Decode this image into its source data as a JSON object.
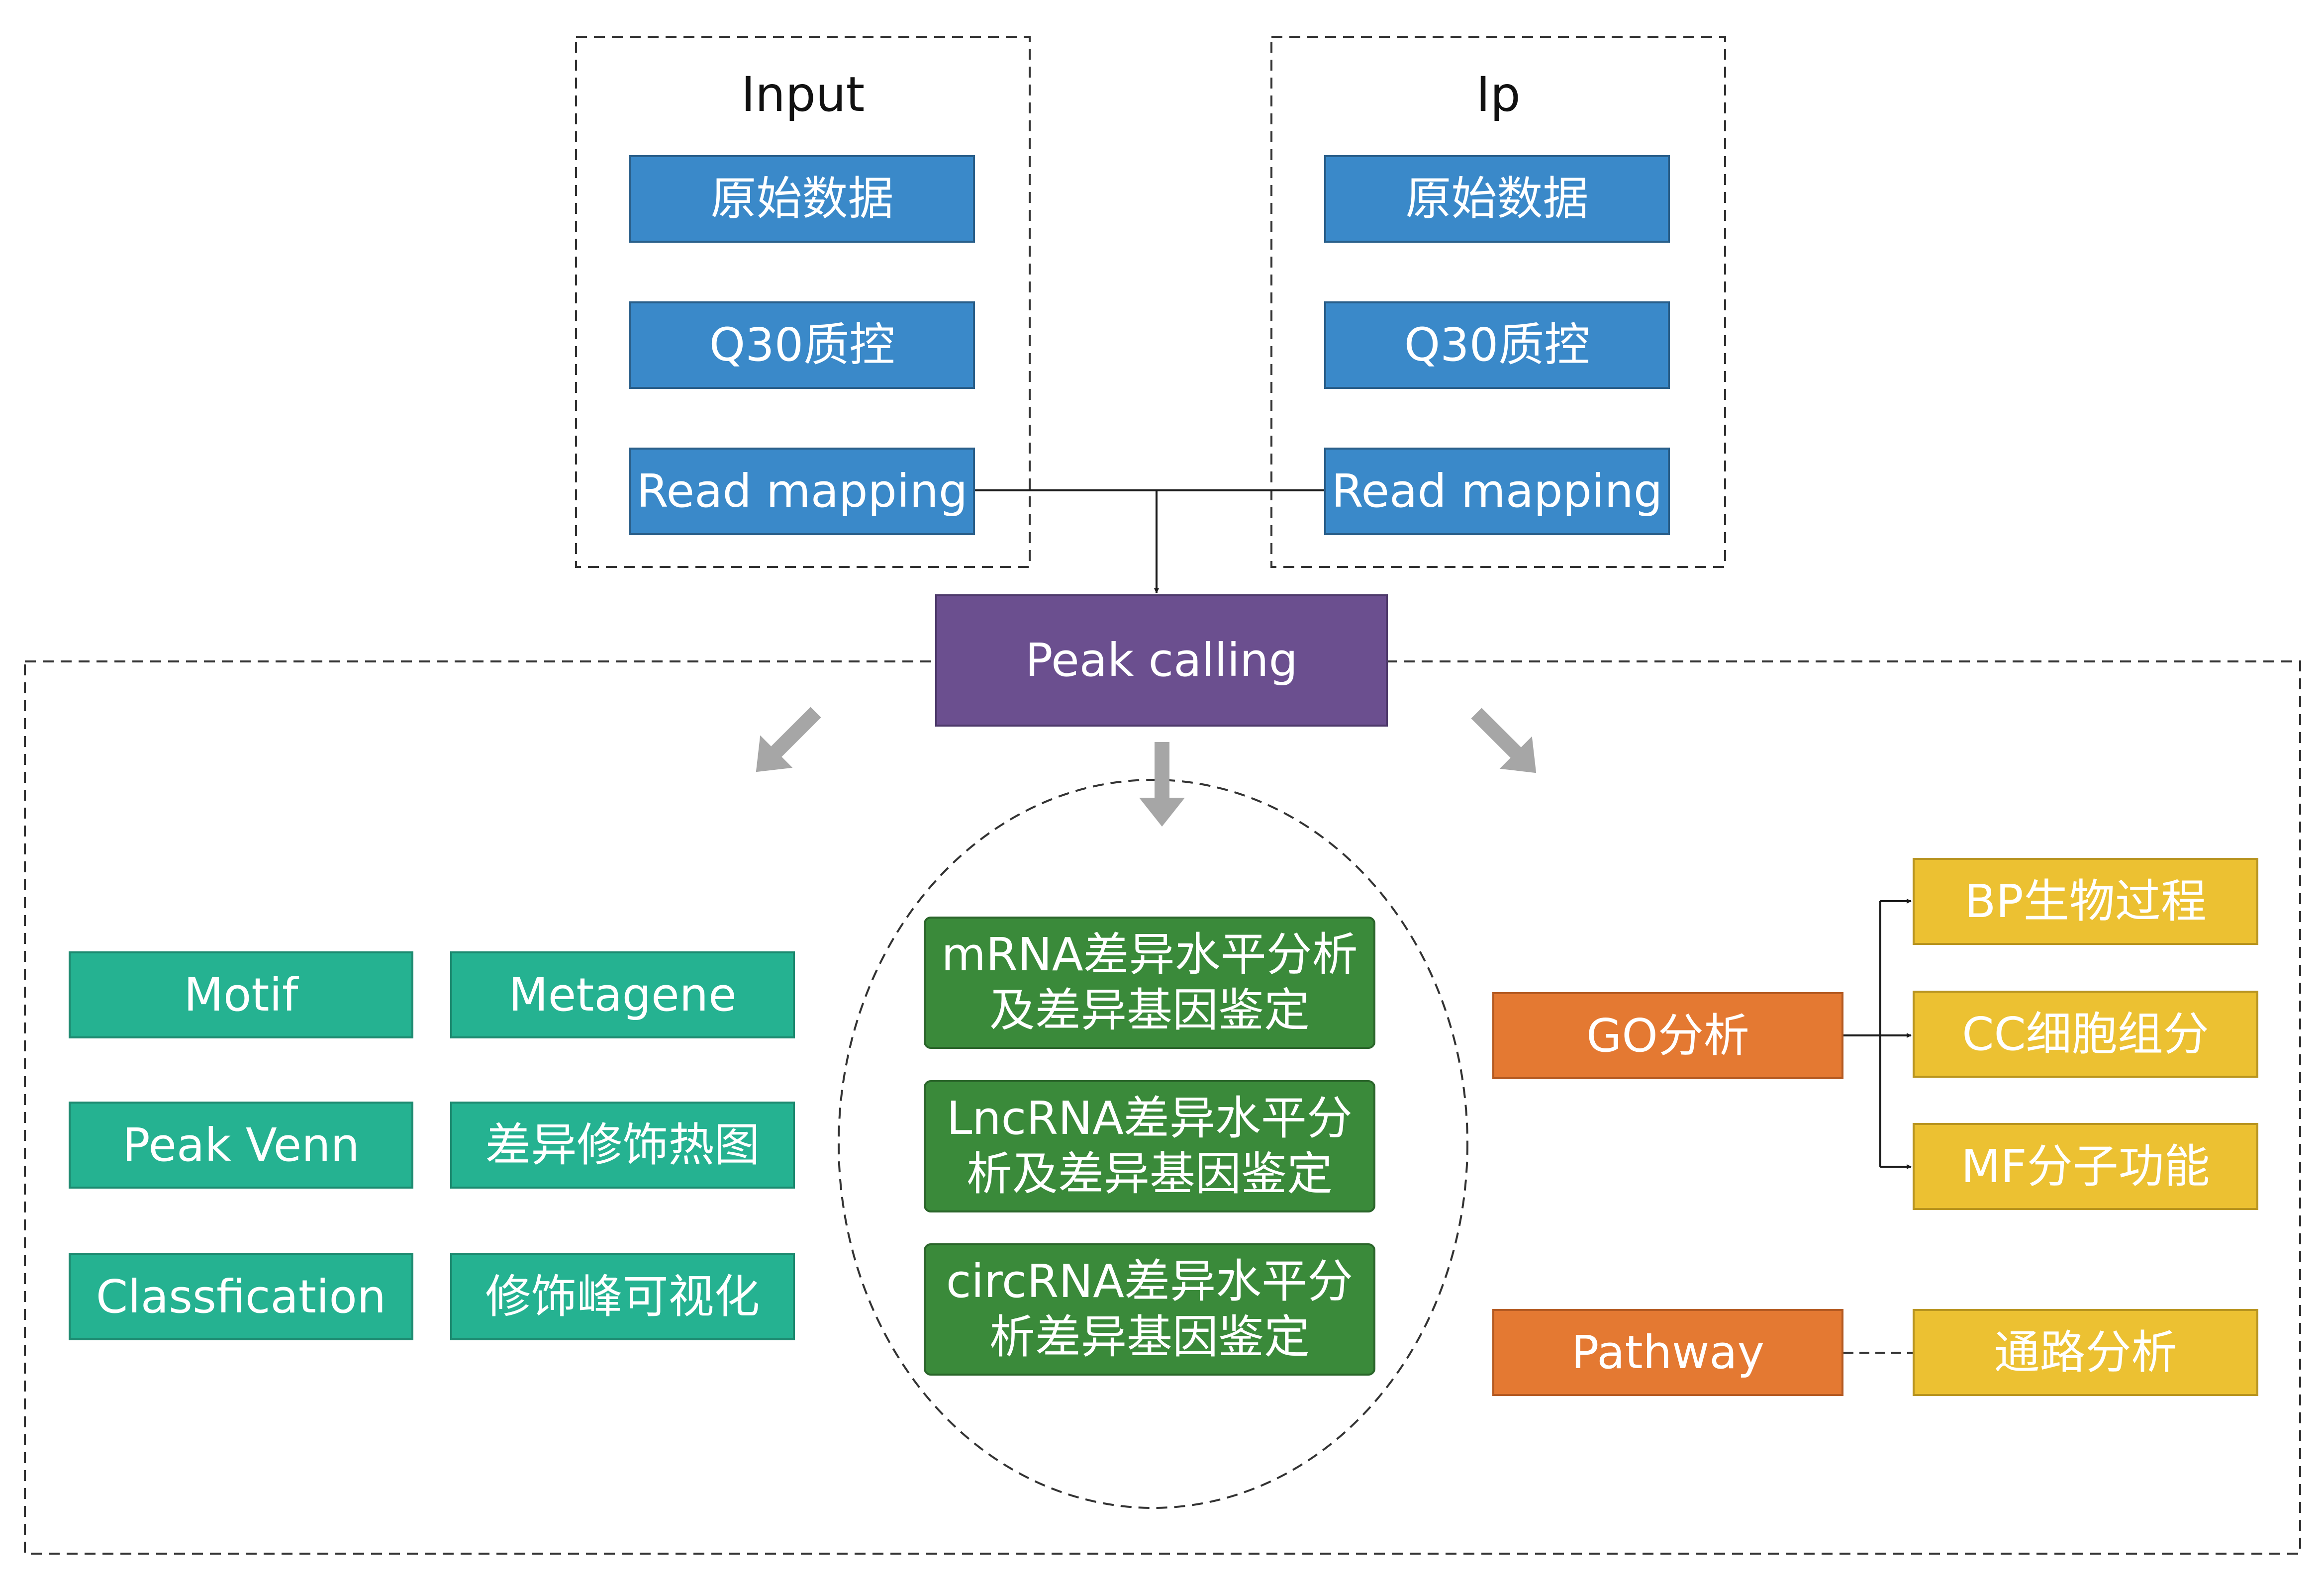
{
  "colors": {
    "raw_box": "#3a89c9",
    "peak_calling": "#6b4f8f",
    "left_analysis": "#25b291",
    "differential": "#3a8a3a",
    "enrichment": "#e47932",
    "go_terms": "#ecc132",
    "gray_arrow": "#a6a6a6"
  },
  "input": {
    "title": "Input",
    "steps": [
      "原始数据",
      "Q30质控",
      "Read mapping"
    ]
  },
  "ip": {
    "title": "Ip",
    "steps": [
      "原始数据",
      "Q30质控",
      "Read mapping"
    ]
  },
  "peak_calling": "Peak calling",
  "left_analyses": [
    "Motif",
    "Metagene",
    "Peak Venn",
    "差异修饰热图",
    "Classfication",
    "修饰峰可视化"
  ],
  "differential": [
    "mRNA差异水平分析\n及差异基因鉴定",
    "LncRNA差异水平分\n析及差异基因鉴定",
    "circRNA差异水平分\n析差异基因鉴定"
  ],
  "go": {
    "label": "GO分析",
    "terms": [
      "BP生物过程",
      "CC细胞组分",
      "MF分子功能"
    ]
  },
  "pathway": {
    "label": "Pathway",
    "term": "通路分析"
  }
}
